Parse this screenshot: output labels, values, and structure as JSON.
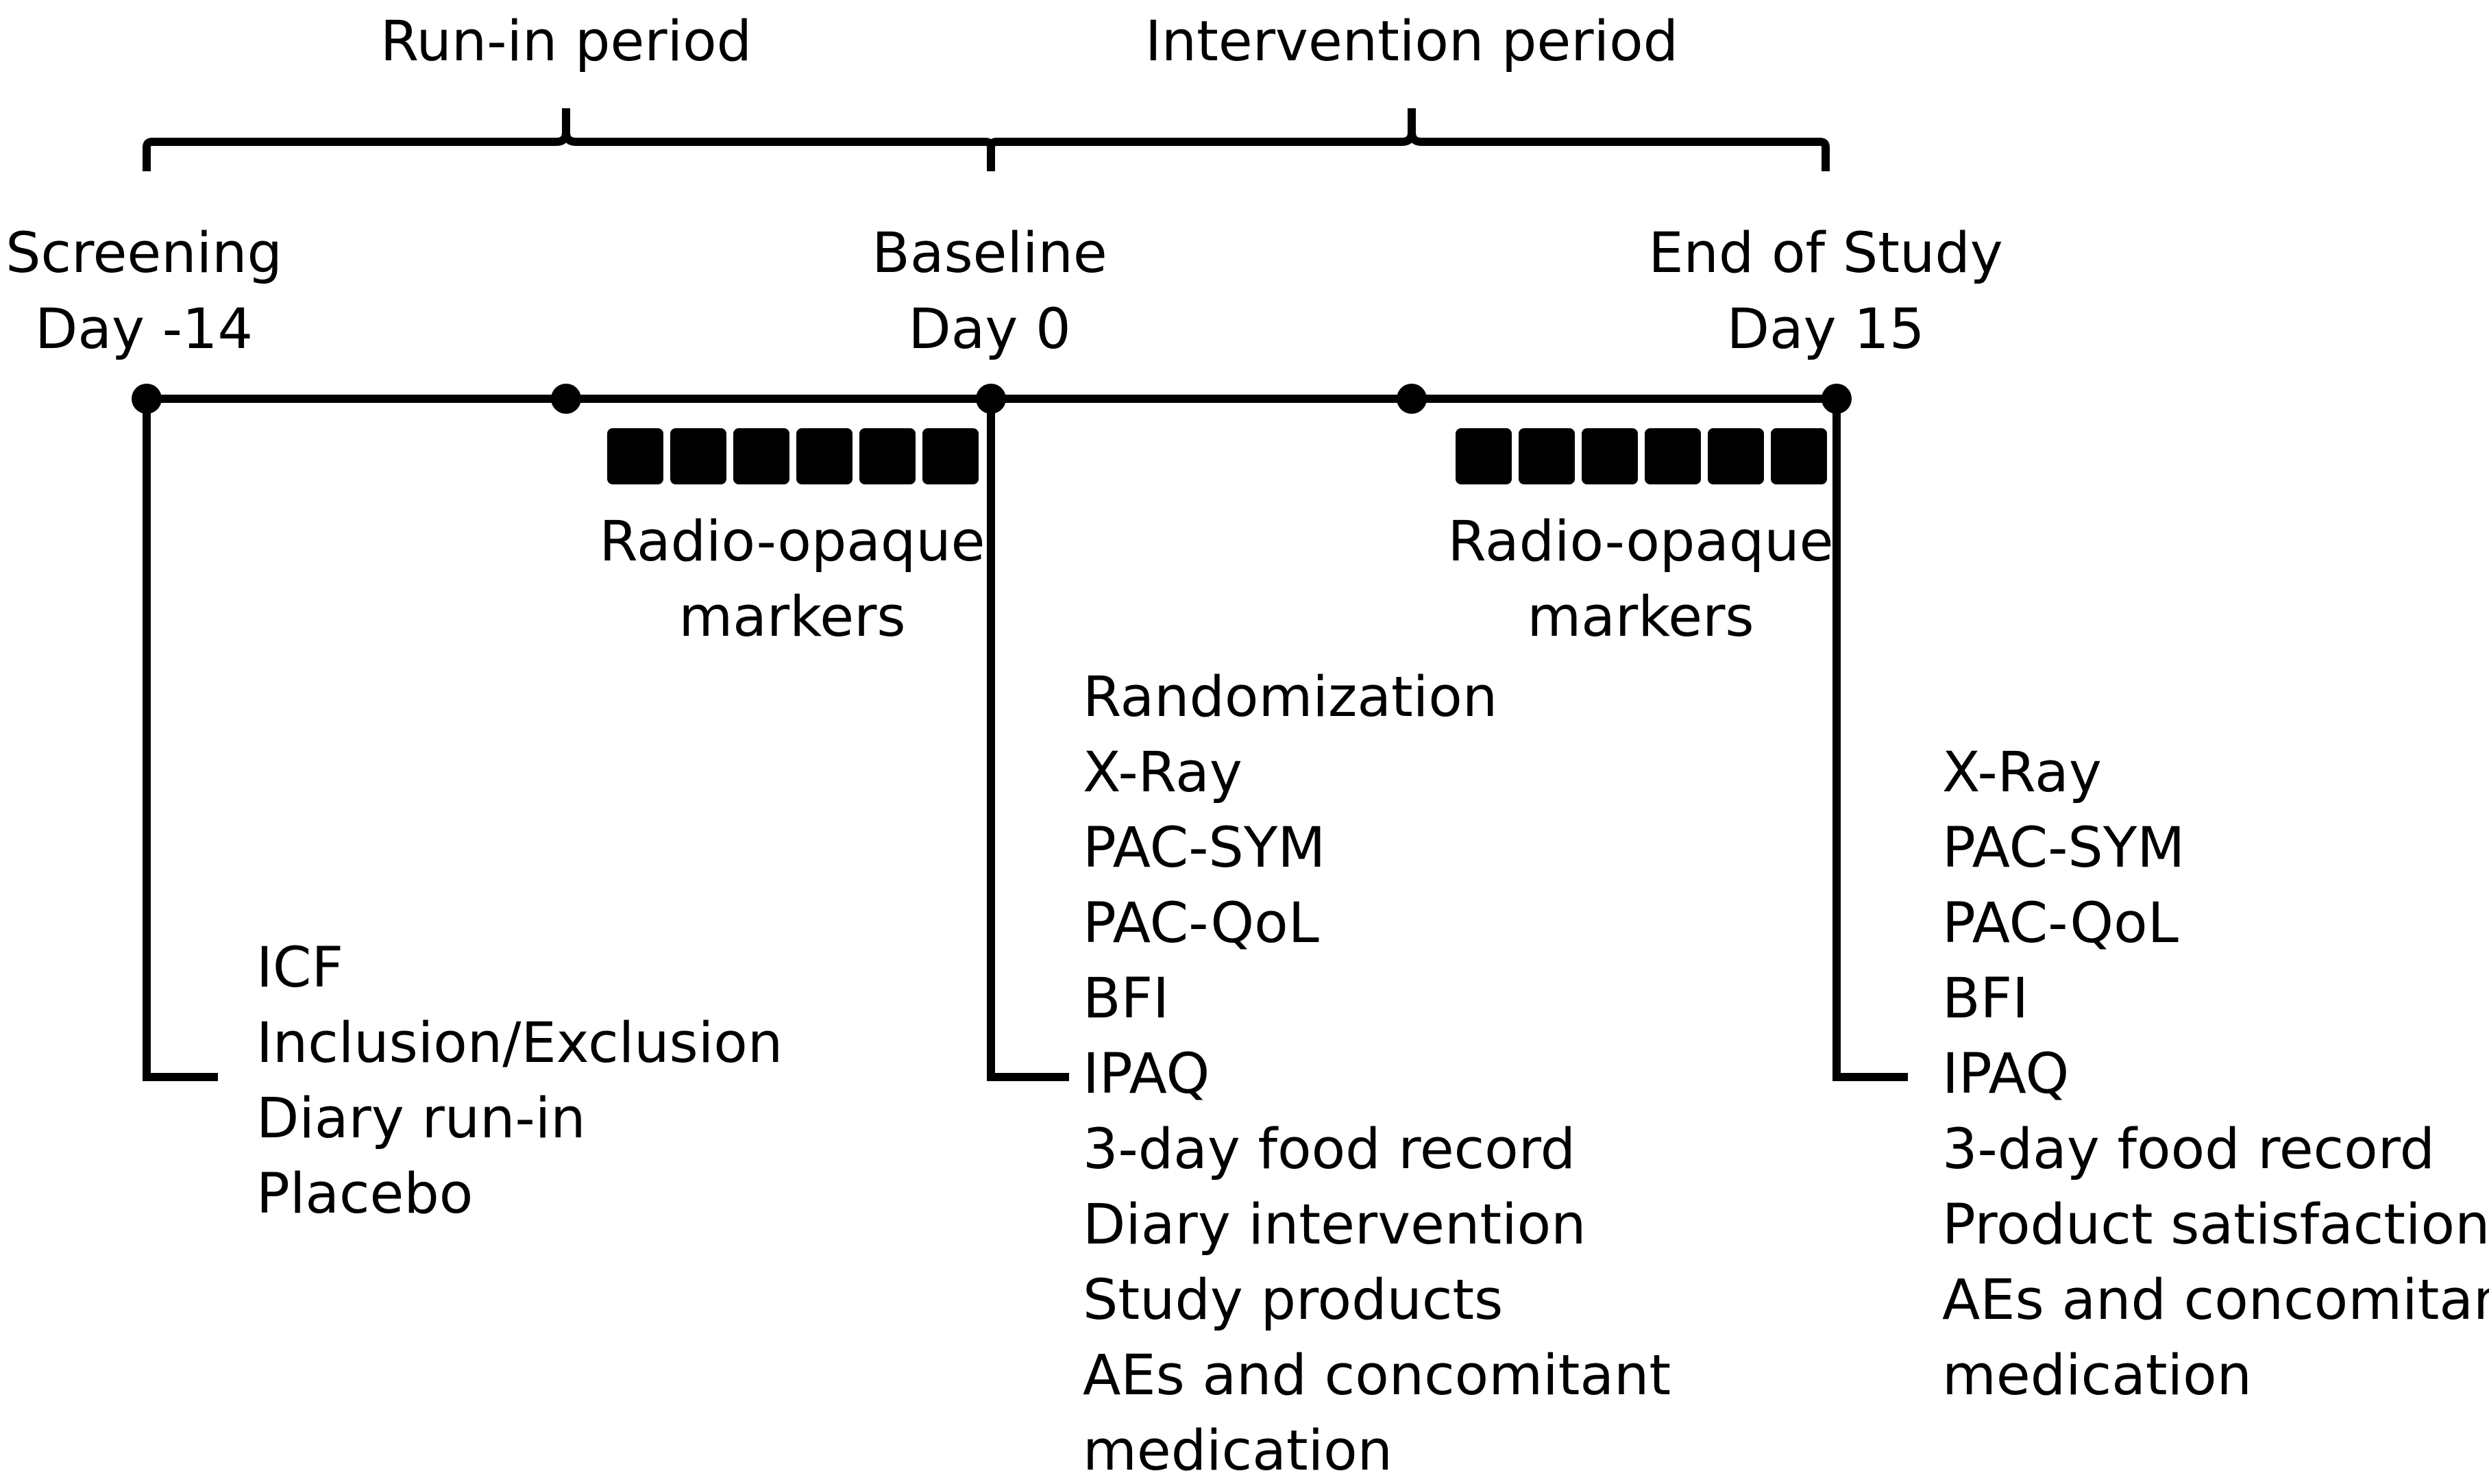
{
  "periods": {
    "run_in": "Run-in period",
    "intervention": "Intervention period"
  },
  "timepoints": {
    "screening": {
      "name": "Screening",
      "day": "Day -14"
    },
    "baseline": {
      "name": "Baseline",
      "day": "Day 0"
    },
    "end_of_study": {
      "name": "End of Study",
      "day": "Day 15"
    }
  },
  "markers": {
    "run_in_label": [
      "Radio-opaque",
      "markers"
    ],
    "intervention_label": [
      "Radio-opaque",
      "markers"
    ],
    "run_in_count": 6,
    "intervention_count": 6
  },
  "screening_items": [
    "ICF",
    "Inclusion/Exclusion",
    "Diary run-in",
    "Placebo"
  ],
  "baseline_items": [
    "Randomization",
    "X-Ray",
    "PAC-SYM",
    "PAC-QoL",
    "BFI",
    "IPAQ",
    "3-day food record",
    "Diary intervention",
    "Study products",
    "AEs and concomitant",
    "medication"
  ],
  "end_items": [
    "X-Ray",
    "PAC-SYM",
    "PAC-QoL",
    "BFI",
    "IPAQ",
    "3-day food record",
    "Product satisfaction",
    "AEs and concomitant",
    "medication"
  ],
  "colors": {
    "line": "#000000",
    "text": "#000000",
    "background": "#ffffff"
  }
}
